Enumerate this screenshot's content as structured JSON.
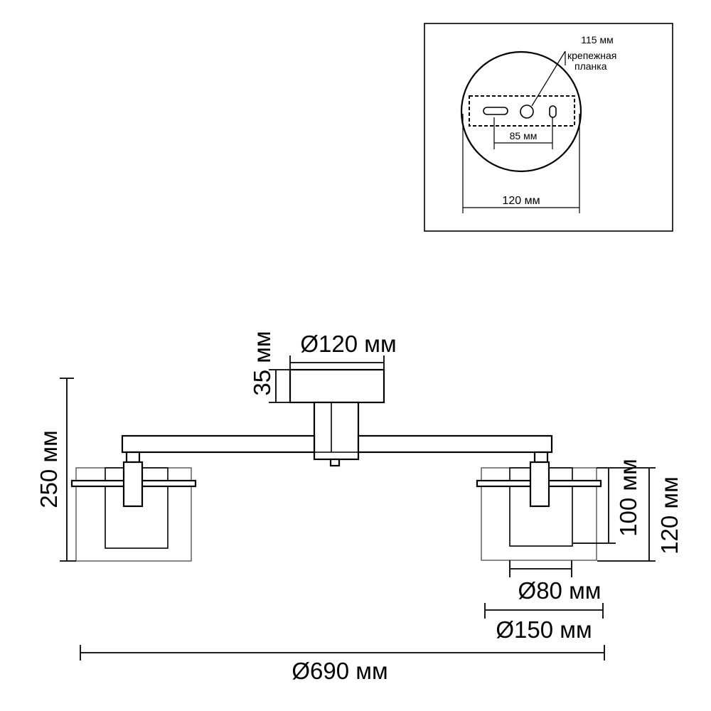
{
  "inset": {
    "hole_label": "115 мм",
    "plate_label_line1": "крепежная",
    "plate_label_line2": "планка",
    "slot_spacing_label": "85 мм",
    "canopy_width_label": "120 мм"
  },
  "main": {
    "canopy_diameter_label": "Ø120 мм",
    "canopy_height_label": "35 мм",
    "total_height_label": "250 мм",
    "shade_inner_height_label": "100 мм",
    "shade_outer_height_label": "120 мм",
    "shade_inner_diameter_label": "Ø80 мм",
    "shade_outer_diameter_label": "Ø150 мм",
    "total_width_label": "Ø690 мм"
  }
}
